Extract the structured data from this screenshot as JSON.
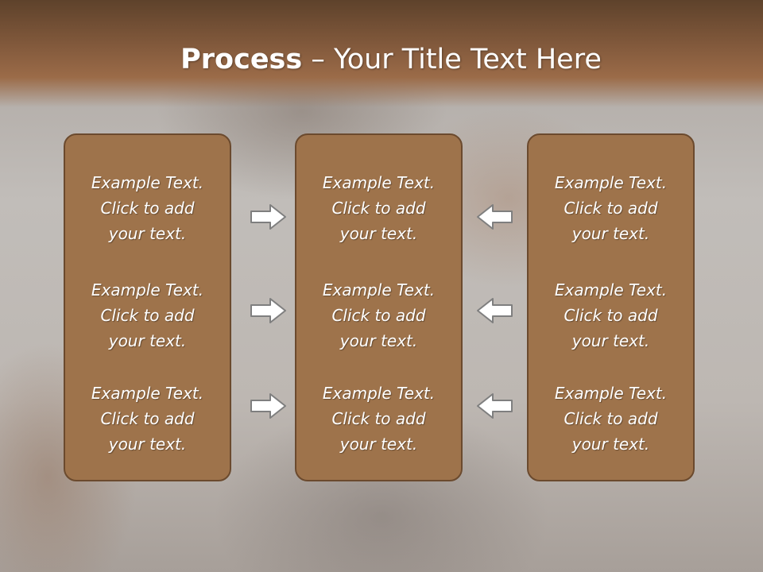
{
  "title": {
    "bold": "Process",
    "rest": " – Your Title Text Here"
  },
  "columns": [
    {
      "items": [
        {
          "l1": "Example Text.",
          "l2": "Click  to add",
          "l3": "your text."
        },
        {
          "l1": "Example Text.",
          "l2": "Click  to add",
          "l3": "your text."
        },
        {
          "l1": "Example Text.",
          "l2": "Click  to add",
          "l3": "your text."
        }
      ]
    },
    {
      "items": [
        {
          "l1": "Example Text.",
          "l2": "Click  to add",
          "l3": "your text."
        },
        {
          "l1": "Example Text.",
          "l2": "Click  to add",
          "l3": "your text."
        },
        {
          "l1": "Example Text.",
          "l2": "Click  to add",
          "l3": "your text."
        }
      ]
    },
    {
      "items": [
        {
          "l1": "Example Text.",
          "l2": "Click  to add",
          "l3": "your text."
        },
        {
          "l1": "Example Text.",
          "l2": "Click  to add",
          "l3": "your text."
        },
        {
          "l1": "Example Text.",
          "l2": "Click  to add",
          "l3": "your text."
        }
      ]
    }
  ],
  "arrows": {
    "left_group": "right-arrow-icon",
    "right_group": "left-arrow-icon"
  },
  "colors": {
    "card_fill": "#9e734b",
    "card_border": "#6b4a2e",
    "title_band": "#80583b",
    "arrow_fill": "#ffffff",
    "arrow_stroke": "#7f7f7f"
  }
}
